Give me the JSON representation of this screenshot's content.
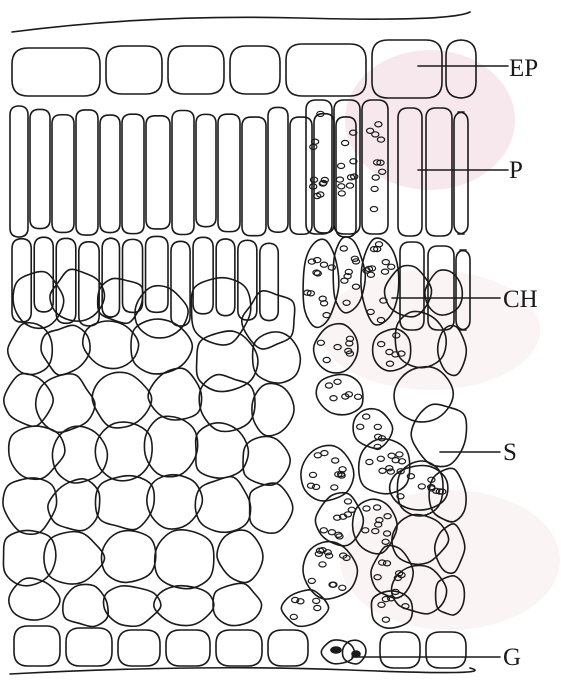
{
  "diagram": {
    "labels": {
      "ep": "EP",
      "p": "P",
      "ch": "CH",
      "s": "S",
      "g": "G"
    },
    "colors": {
      "ink": "#1a1a1a",
      "paper": "#ffffff",
      "watermark": "#e9cfd6"
    }
  }
}
